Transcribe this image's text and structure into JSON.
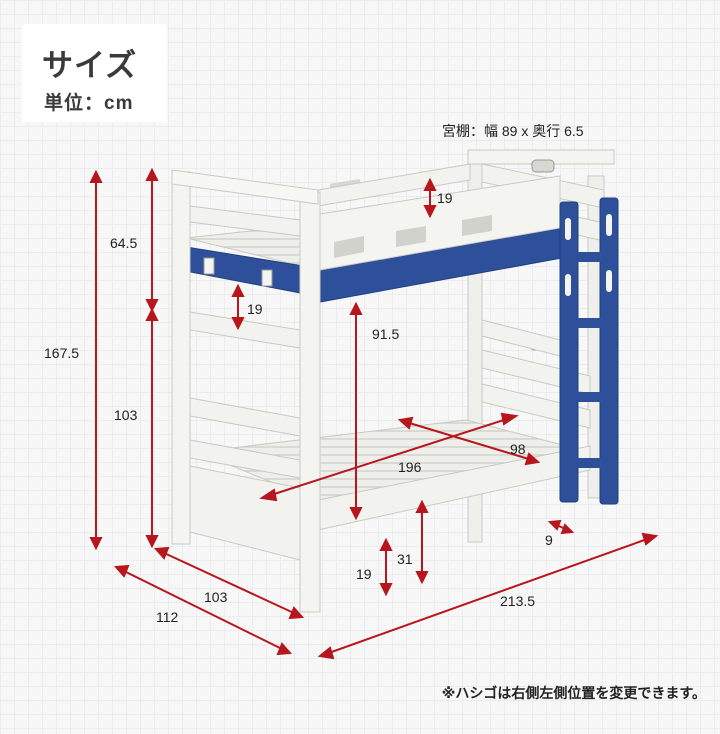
{
  "header": {
    "title": "サイズ",
    "unit_label": "単位：cm"
  },
  "shelf_note": "宮棚：幅 89 x 奥行 6.5",
  "footnote": "※ハシゴは右側左側位置を変更できます。",
  "colors": {
    "dimension_line": "#b8161e",
    "bed_frame": "#f2f2ef",
    "accent_blue": "#2e4f9a"
  },
  "dimensions": {
    "total_height": "167.5",
    "top_guard_height": "64.5",
    "lower_section_height": "103",
    "top_panel_gap": "19",
    "under_top_bed_clearance": "19",
    "bed_clearance_between": "91.5",
    "mattress_length": "196",
    "mattress_width": "98",
    "bottom_floor_clearance": "19",
    "bottom_frame_height": "31",
    "ladder_depth": "9",
    "inner_width": "103",
    "outer_width": "112",
    "total_length": "213.5"
  }
}
